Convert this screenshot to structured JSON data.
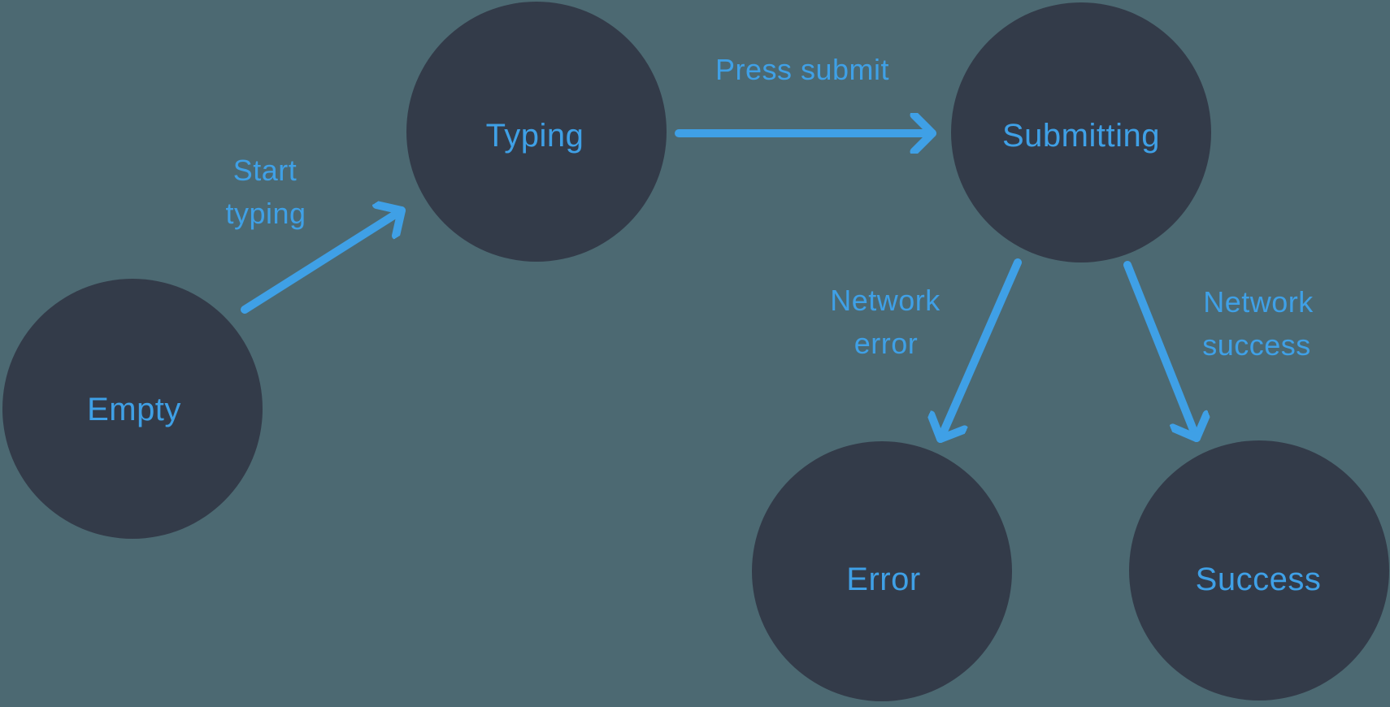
{
  "diagram": {
    "type": "state-machine",
    "colors": {
      "background": "#4C6972",
      "node_fill": "#333B49",
      "accent": "#3FA0E6"
    },
    "nodes": {
      "empty": {
        "label": "Empty"
      },
      "typing": {
        "label": "Typing"
      },
      "submitting": {
        "label": "Submitting"
      },
      "error": {
        "label": "Error"
      },
      "success": {
        "label": "Success"
      }
    },
    "edges": {
      "start_typing": {
        "line1": "Start",
        "line2": "typing",
        "from": "Empty",
        "to": "Typing"
      },
      "press_submit": {
        "line1": "Press submit",
        "from": "Typing",
        "to": "Submitting"
      },
      "network_error": {
        "line1": "Network",
        "line2": "error",
        "from": "Submitting",
        "to": "Error"
      },
      "network_success": {
        "line1": "Network",
        "line2": "success",
        "from": "Submitting",
        "to": "Success"
      }
    }
  }
}
